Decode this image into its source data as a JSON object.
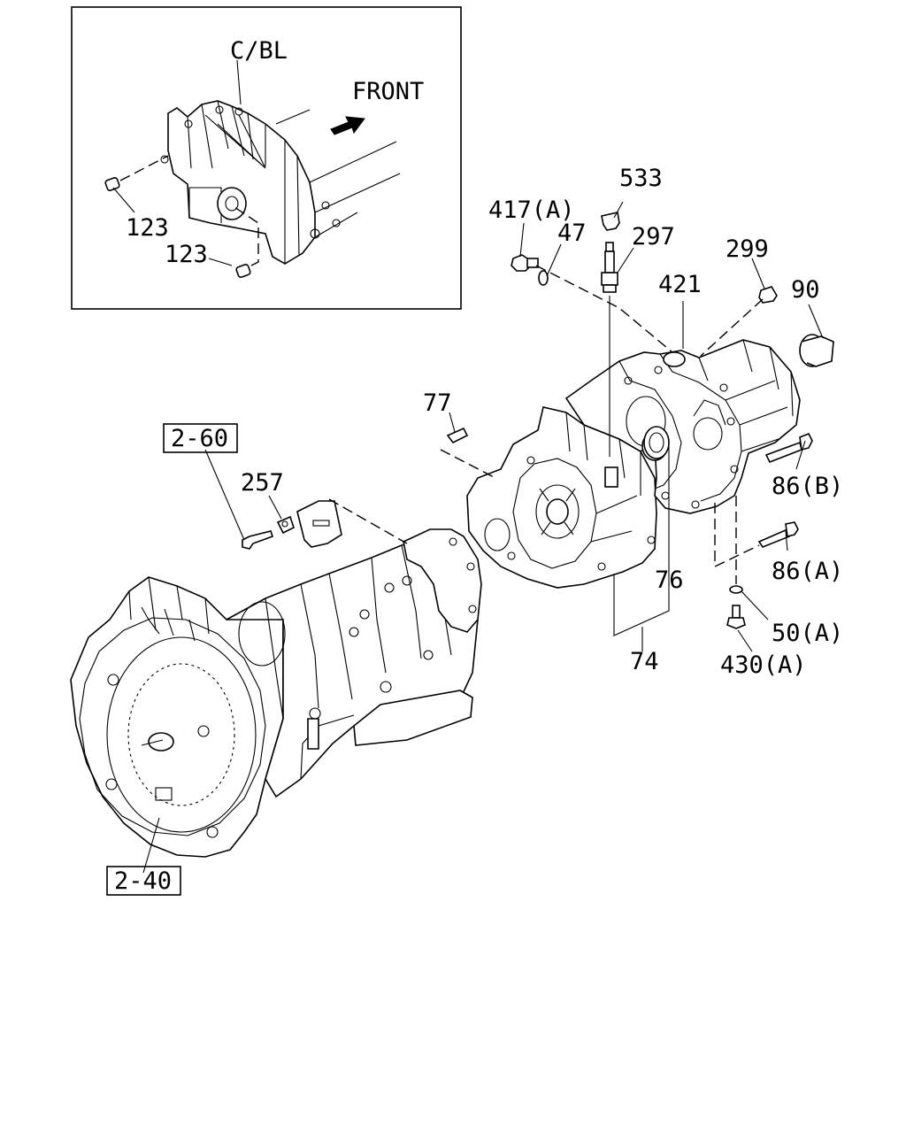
{
  "inset": {
    "labels": {
      "cbl": "C/BL",
      "front": "FRONT",
      "part_123_a": "123",
      "part_123_b": "123"
    }
  },
  "callouts": {
    "p533": "533",
    "p417a": "417(A)",
    "p47": "47",
    "p297": "297",
    "p299": "299",
    "p421": "421",
    "p90": "90",
    "p77": "77",
    "p86b": "86(B)",
    "p86a": "86(A)",
    "p76": "76",
    "p50a": "50(A)",
    "p430a": "430(A)",
    "p74": "74",
    "p257": "257"
  },
  "references": {
    "ref_2_60": "2-60",
    "ref_2_40": "2-40"
  },
  "icons": [
    "front-arrow-icon"
  ],
  "colors": {
    "ink": "#000000",
    "paper": "#ffffff"
  }
}
